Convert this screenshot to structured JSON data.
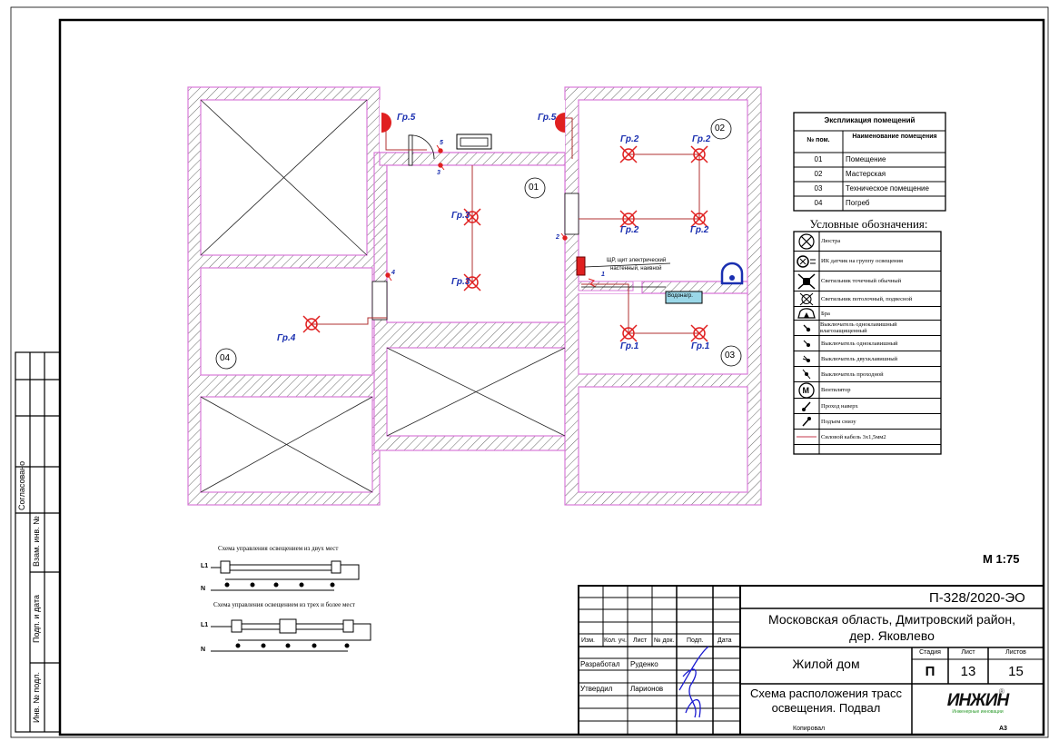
{
  "sheet": {
    "scale": "М 1:75",
    "format": "А3",
    "copied": "Копировал"
  },
  "colors": {
    "wall_outline": "#d97ad9",
    "hatch": "#555555",
    "cable": "#b03030",
    "fixture": "#e02020",
    "label_blue": "#1a2fb0",
    "frame": "#000000",
    "logo_green": "#2a9a2a",
    "water_heater_fill": "#9ad7e8"
  },
  "rooms": [
    {
      "id": "01",
      "label": "01"
    },
    {
      "id": "02",
      "label": "02"
    },
    {
      "id": "03",
      "label": "03"
    },
    {
      "id": "04",
      "label": "04"
    }
  ],
  "fixture_labels": {
    "gr1": "Гр.1",
    "gr2": "Гр.2",
    "gr3": "Гр.3",
    "gr4": "Гр.4",
    "gr5": "Гр.5"
  },
  "switch_labels": [
    "1",
    "2",
    "3",
    "4",
    "5"
  ],
  "panel_label": {
    "line1": "ЩР, щит электрический",
    "line2": "настенный, наивной"
  },
  "water_heater_label": "Водонагр.",
  "explication": {
    "title": "Экспликация помещений",
    "col_no": "№ пом.",
    "col_name": "Наименование помещения",
    "rows": [
      {
        "no": "01",
        "name": "Помещение"
      },
      {
        "no": "02",
        "name": "Мастерская"
      },
      {
        "no": "03",
        "name": "Техническое помещение"
      },
      {
        "no": "04",
        "name": "Погреб"
      }
    ]
  },
  "legend": {
    "title": "Условные обозначения:",
    "items": [
      {
        "icon": "chandelier-icon",
        "label": "Люстра"
      },
      {
        "icon": "ir-sensor-icon",
        "label": "ИК датчик на группу освещения"
      },
      {
        "icon": "spot-light-icon",
        "label": "Светильник точечный обычный"
      },
      {
        "icon": "ceiling-light-icon",
        "label": "Светильник потолочный, подвесной"
      },
      {
        "icon": "sconce-icon",
        "label": "Бра"
      },
      {
        "icon": "switch-waterproof-icon",
        "label": "Выключатель одноклавишный влагозащищенный"
      },
      {
        "icon": "switch-single-icon",
        "label": "Выключатель одноклавишный"
      },
      {
        "icon": "switch-double-icon",
        "label": "Выключатель двухклавишный"
      },
      {
        "icon": "switch-passthrough-icon",
        "label": "Выключатель проходной"
      },
      {
        "icon": "fan-icon",
        "label": "Вентилятор"
      },
      {
        "icon": "riser-up-icon",
        "label": "Проход наверх"
      },
      {
        "icon": "riser-down-icon",
        "label": "Подъем снизу"
      },
      {
        "icon": "cable-line-icon",
        "label": "Силовой кабель 3х1,5мм2"
      }
    ]
  },
  "schemes": {
    "two_places": "Схема управления освещением из двух мест",
    "three_places": "Схема управления освещением из трех и более мест",
    "l1": "L1",
    "n": "N"
  },
  "left_strip": {
    "agreed": "Согласовано",
    "inv_no_replace": "Взам. инв. №",
    "sign_date": "Подп. и дата",
    "inv_no_orig": "Инв. № подл."
  },
  "title_block": {
    "doc_code": "П-328/2020-ЭО",
    "location": "Московская область, Дмитровский район, дер. Яковлево",
    "location_line1": "Московская область, Дмитровский район,",
    "location_line2": "дер. Яковлево",
    "object": "Жилой дом",
    "sheet_title_line1": "Схема расположения трасс",
    "sheet_title_line2": "освещения. Подвал",
    "stage_label": "Стадия",
    "sheet_label": "Лист",
    "sheets_label": "Листов",
    "stage": "П",
    "sheet": "13",
    "sheets": "15",
    "cols": [
      "Изм.",
      "Кол. уч.",
      "Лист",
      "№ док.",
      "Подп.",
      "Дата"
    ],
    "developed_label": "Разработал",
    "developed_name": "Руденко",
    "approved_label": "Утвердил",
    "approved_name": "Ларионов",
    "logo": "ИНЖИН",
    "logo_reg": "®",
    "logo_sub": "Инженерные инновации"
  }
}
